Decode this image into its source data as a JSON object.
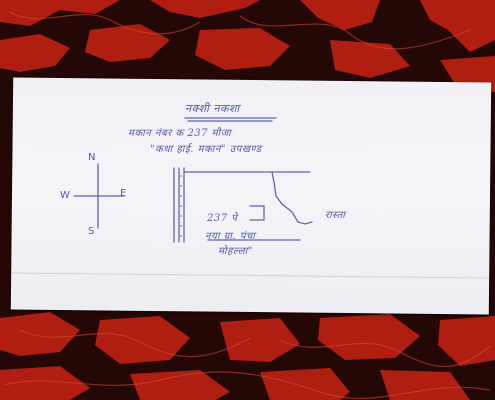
{
  "photo": {
    "background_colors": {
      "cloth_dark": "#2a0a08",
      "cloth_red": "#b81f12",
      "paper": "#f3f2f7",
      "ink": "#3a3fa8"
    }
  },
  "note": {
    "heading": "नक्शी नकशा",
    "line1": "मकान नंबर क 237 मौजा",
    "line2": "\"कथा हाई. मकान\" उपखण्ड",
    "plot_label": "237 पे",
    "road_label": "रास्ता",
    "caption_line1": "नया ग्रा. पंचा",
    "caption_line2": "मोहल्ला\""
  },
  "compass": {
    "north": "N",
    "west": "W",
    "east": "E",
    "south": "S"
  }
}
